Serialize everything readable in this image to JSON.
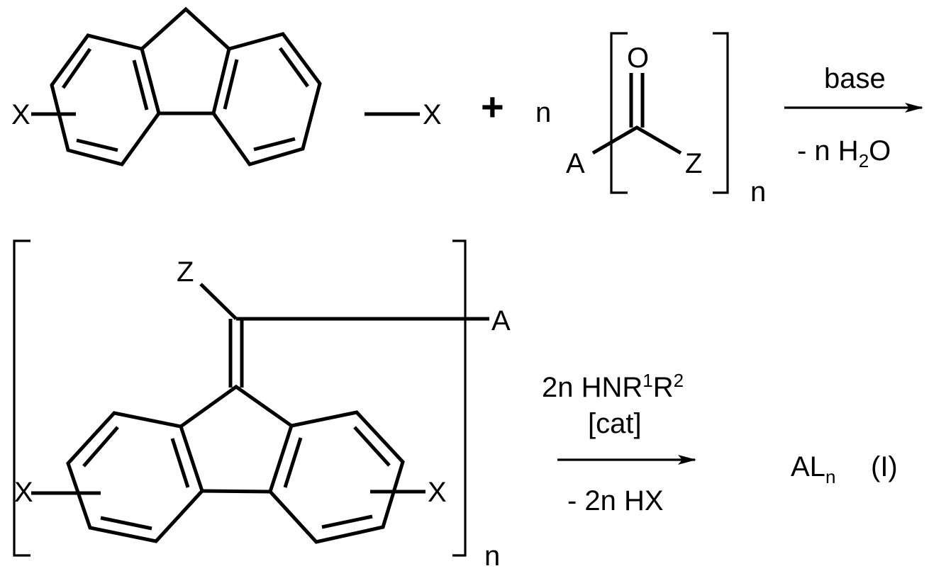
{
  "scheme": {
    "type": "reaction-scheme",
    "colors": {
      "ink": "#000000",
      "background": "#ffffff"
    },
    "step1": {
      "reactant1": {
        "name": "dihalo-fluorene",
        "substituent_left": "X",
        "substituent_right": "X"
      },
      "plus": "+",
      "coefficient": "n",
      "reactant2": {
        "name": "carbonyl-compound",
        "oxygen": "O",
        "group_left": "A",
        "group_right": "Z",
        "repeat_subscript": "n"
      },
      "arrow": {
        "above": "base",
        "below_prefix": "- n H",
        "below_subscript": "2",
        "below_suffix": "O"
      }
    },
    "intermediate": {
      "name": "fluorenylidene-repeat-unit",
      "group_z": "Z",
      "group_a": "A",
      "substituent_left": "X",
      "substituent_right": "X",
      "repeat_subscript": "n"
    },
    "step2": {
      "arrow": {
        "above_line1_prefix": "2n HNR",
        "above_line1_sup1": "1",
        "above_line1_mid": "R",
        "above_line1_sup2": "2",
        "above_line2": "[cat]",
        "below": "- 2n HX"
      },
      "product": {
        "main": "AL",
        "subscript": "n",
        "label": "(I)"
      }
    }
  }
}
